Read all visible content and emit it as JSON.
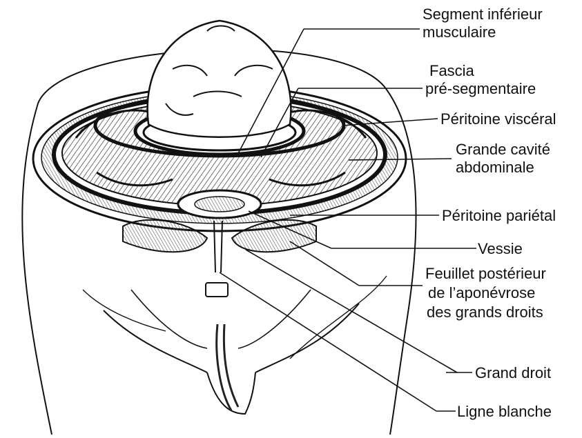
{
  "labels": {
    "segment_inferieur_1": "Segment inférieur",
    "segment_inferieur_2": "musculaire",
    "fascia_1": "Fascia",
    "fascia_2": "pré-segmentaire",
    "peritoine_visceral": "Péritoine viscéral",
    "grande_cavite_1": "Grande cavité",
    "grande_cavite_2": "abdominale",
    "peritoine_parietal": "Péritoine pariétal",
    "vessie": "Vessie",
    "feuillet_1": "Feuillet postérieur",
    "feuillet_2": "de l’aponévrose",
    "feuillet_3": "des grands droits",
    "grand_droit": "Grand droit",
    "ligne_blanche": "Ligne blanche"
  },
  "colors": {
    "ink": "#111111",
    "shade": "#555555",
    "background": "#ffffff"
  }
}
